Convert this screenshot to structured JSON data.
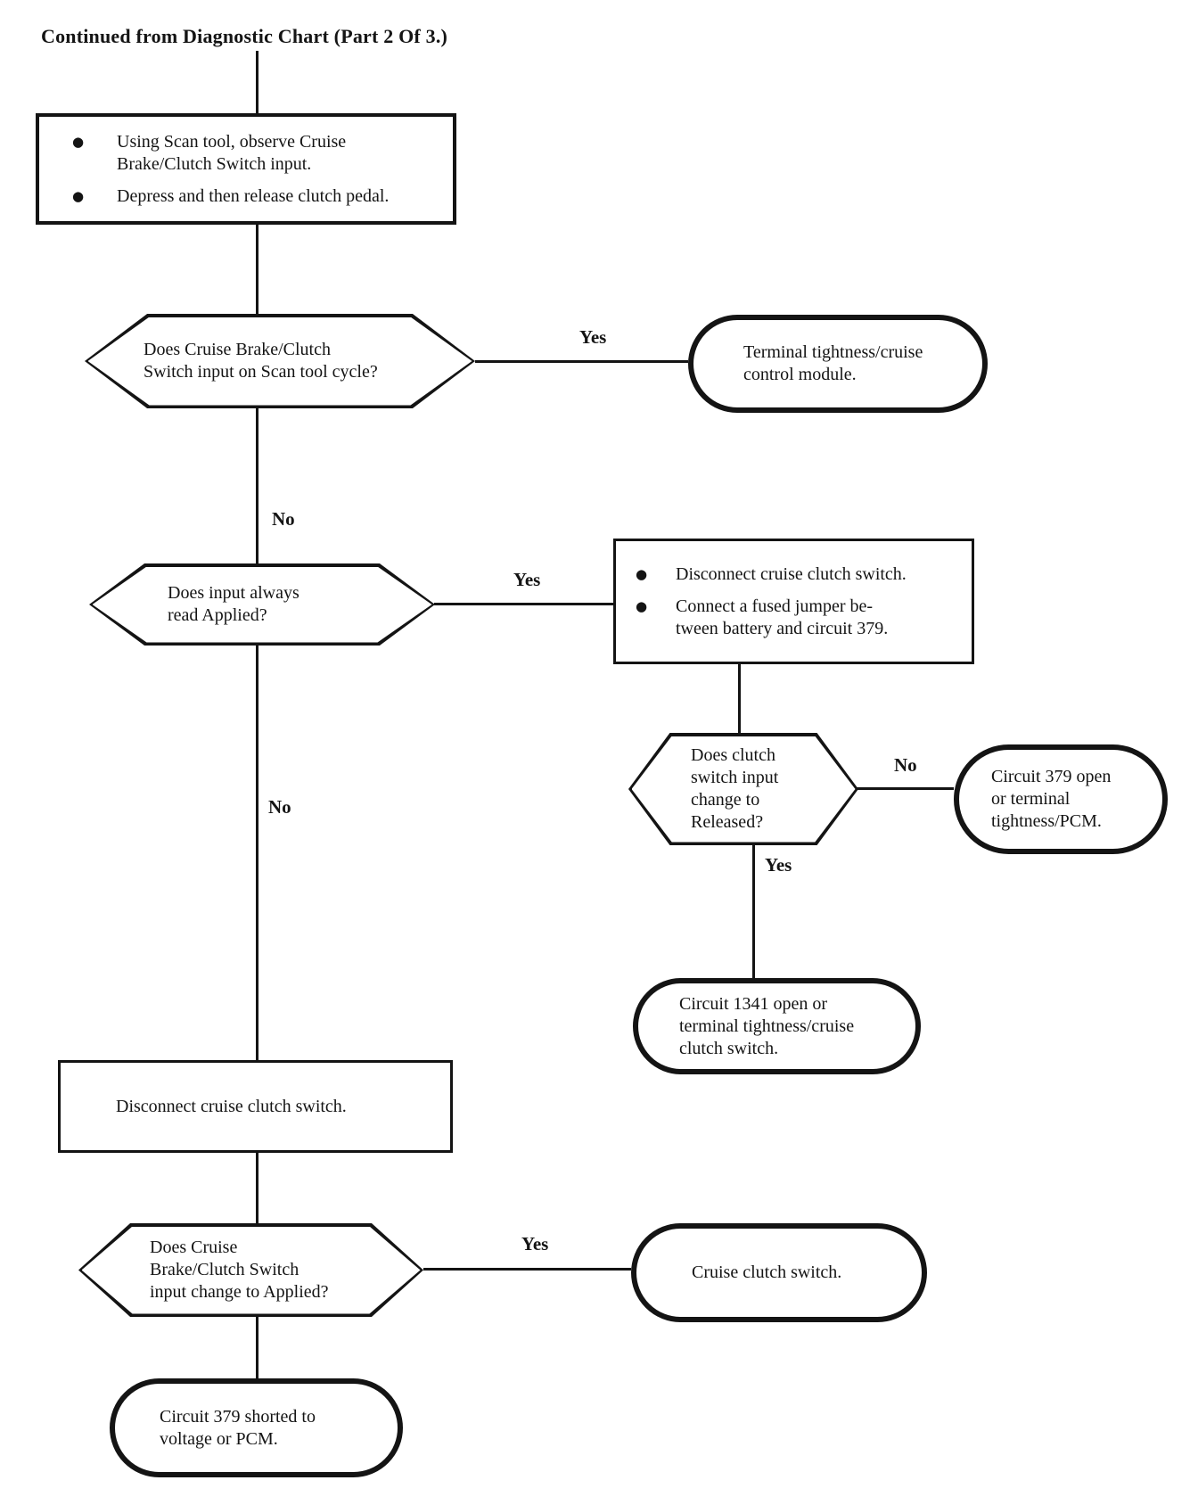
{
  "title": "Continued from Diagnostic Chart (Part 2 Of 3.)",
  "ui": {
    "bullet": "●"
  },
  "flowchart": {
    "nodes": {
      "scan_tool_steps": {
        "type": "process",
        "bullets": [
          "Using Scan tool, observe Cruise\nBrake/Clutch Switch input.",
          "Depress and then release clutch pedal."
        ]
      },
      "scan_cycle_decision": {
        "type": "decision",
        "text": "Does Cruise Brake/Clutch\nSwitch input on Scan tool cycle?"
      },
      "terminal_tightness_module": {
        "type": "terminal",
        "text": "Terminal tightness/cruise\ncontrol module."
      },
      "always_applied_decision": {
        "type": "decision",
        "text": "Does input always\nread Applied?"
      },
      "fused_jumper_steps": {
        "type": "process",
        "bullets": [
          "Disconnect cruise  clutch switch.",
          "Connect a fused jumper be-\ntween battery and circuit 379."
        ]
      },
      "released_decision": {
        "type": "decision",
        "text": "Does clutch\nswitch input\nchange to\nReleased?"
      },
      "circuit_379_open": {
        "type": "terminal",
        "text": "Circuit 379 open\nor terminal\ntightness/PCM."
      },
      "circuit_1341_open": {
        "type": "terminal",
        "text": "Circuit 1341 open or\nterminal tightness/cruise\nclutch switch."
      },
      "disconnect_switch": {
        "type": "process",
        "text": "Disconnect cruise clutch switch."
      },
      "applied_decision": {
        "type": "decision",
        "text": "Does Cruise\nBrake/Clutch Switch\ninput change to Applied?"
      },
      "cruise_clutch_switch": {
        "type": "terminal",
        "text": "Cruise clutch switch."
      },
      "circuit_379_shorted": {
        "type": "terminal",
        "text": "Circuit 379 shorted to\nvoltage or PCM."
      }
    },
    "edges": {
      "scan_cycle_yes": "Yes",
      "scan_cycle_no": "No",
      "always_applied_yes": "Yes",
      "always_applied_no": "No",
      "released_no": "No",
      "released_yes": "Yes",
      "applied_yes": "Yes"
    }
  }
}
